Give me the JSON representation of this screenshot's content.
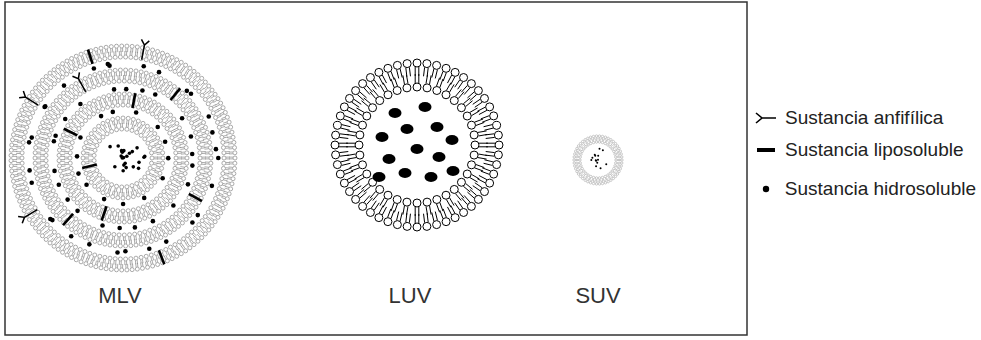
{
  "diagram": {
    "labels": [
      "MLV",
      "LUV",
      "SUV"
    ],
    "legend": [
      {
        "text": "Sustancia anfifílica"
      },
      {
        "text": "Sustancia liposoluble"
      },
      {
        "text": "Sustancia hidrosoluble"
      }
    ]
  }
}
